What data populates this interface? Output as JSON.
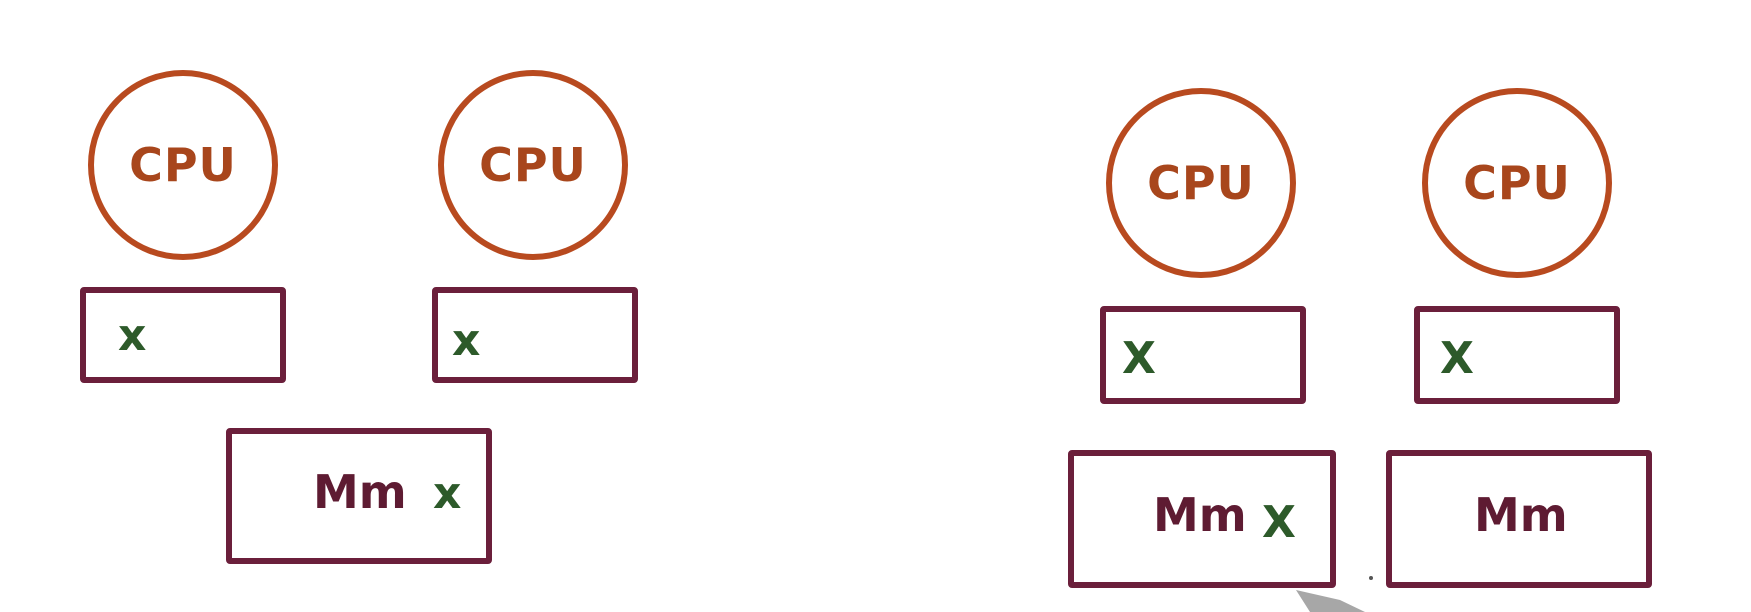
{
  "left_system": {
    "cpu_1": {
      "label": "CPU"
    },
    "cpu_2": {
      "label": "CPU"
    },
    "cache_1": {
      "mark": "x"
    },
    "cache_2": {
      "mark": "x"
    },
    "memory": {
      "label": "Mm",
      "mark": "x"
    }
  },
  "right_system": {
    "cpu_1": {
      "label": "CPU"
    },
    "cpu_2": {
      "label": "CPU"
    },
    "cache_1": {
      "mark": "X"
    },
    "cache_2": {
      "mark": "X"
    },
    "memory_1": {
      "label": "Mm",
      "mark": "X"
    },
    "memory_2": {
      "label": "Mm"
    }
  },
  "colors": {
    "cpu": "#b84a1f",
    "box": "#6b1f3b",
    "mark": "#2d5a2a"
  }
}
